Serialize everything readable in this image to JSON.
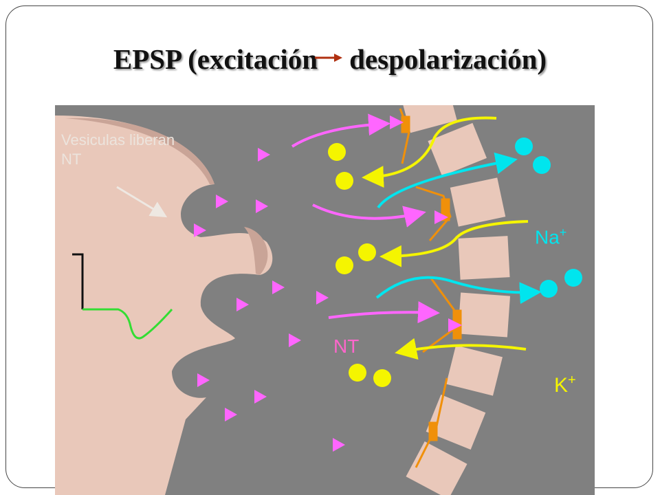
{
  "slide": {
    "title_part1": "EPSP (excitación",
    "title_part2": "despolarización)"
  },
  "diagram": {
    "vesicle_label_line1": "Vesiculas liberan",
    "vesicle_label_line2": "NT",
    "nt_label": "NT",
    "na_label": "Na",
    "na_sup": "+",
    "k_label": "K",
    "k_sup": "+",
    "colors": {
      "background": "#808080",
      "cell": "#e9c8ba",
      "neurotransmitter": "#ff66ff",
      "sodium": "#00e5ee",
      "potassium": "#f5f500",
      "receptor": "#f0900a",
      "trace": "#33dd33"
    }
  }
}
